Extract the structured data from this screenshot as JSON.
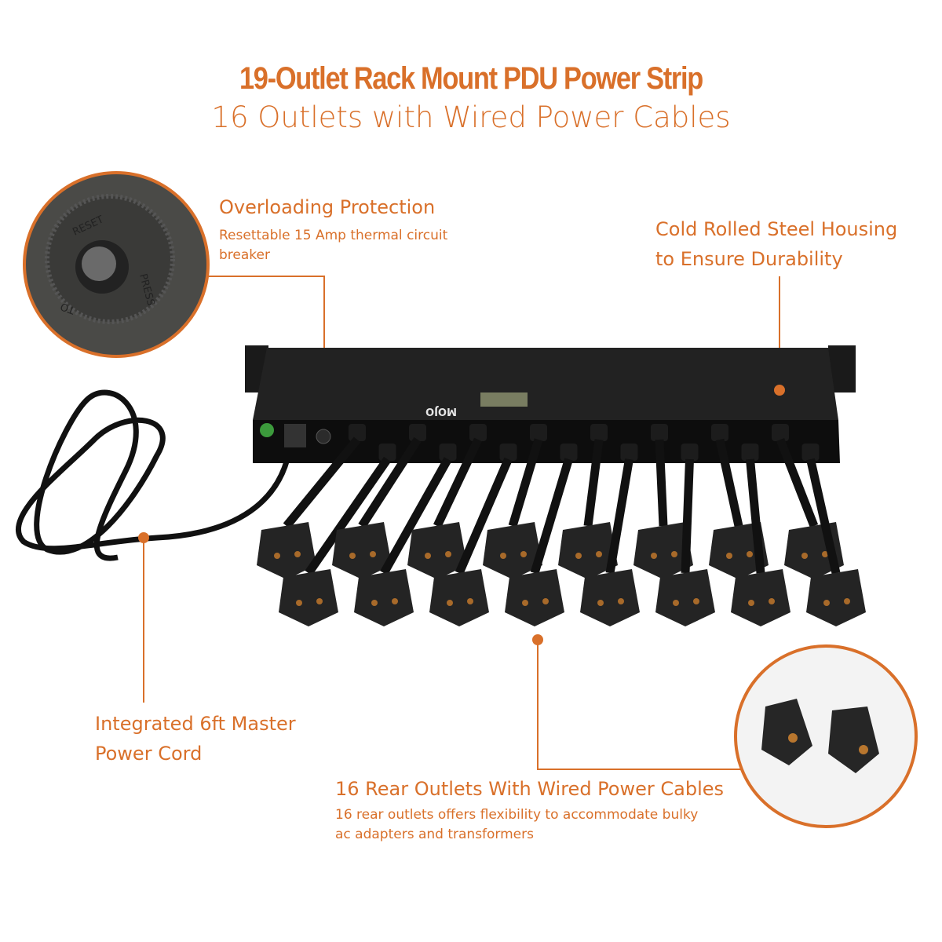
{
  "title": "19-Outlet Rack Mount  PDU Power Strip",
  "subtitle": "16 Outlets with Wired Power Cables",
  "accent_color": "#d9702a",
  "callouts": {
    "overload": {
      "heading": "Overloading Protection",
      "line1": "Resettable 15 Amp thermal circuit",
      "line2": "breaker"
    },
    "housing": {
      "line1": "Cold Rolled Steel Housing",
      "line2": "to Ensure Durability"
    },
    "cord": {
      "line1": "Integrated 6ft Master",
      "line2": "Power Cord"
    },
    "outlets": {
      "heading": "16 Rear Outlets With Wired Power Cables",
      "line1": "16 rear outlets offers flexibility to accommodate bulky",
      "line2": "ac adapters and transformers"
    }
  },
  "product": {
    "brand": "MOJO",
    "reset_label": "RESET",
    "press_label": "PRESS",
    "to_label": "TO",
    "outlet_count": 16
  }
}
